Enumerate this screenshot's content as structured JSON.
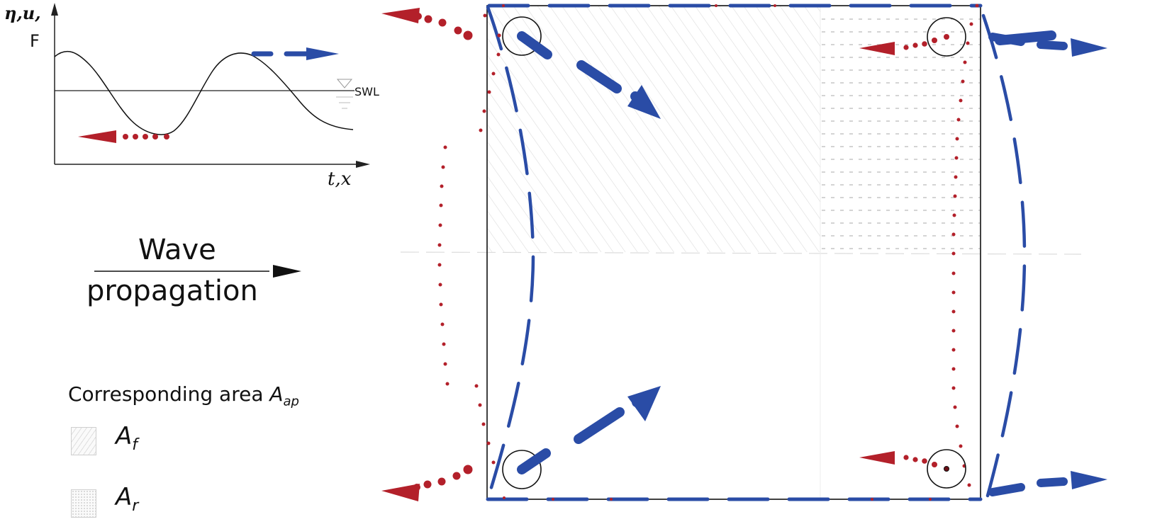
{
  "inset_plot": {
    "y_axis_label_line1": "η,u,",
    "y_axis_label_line2": "F",
    "x_axis_label": "t,x",
    "still_water_level_label": "SWL"
  },
  "wave_propagation": {
    "line1": "Wave",
    "line2": "propagation"
  },
  "legend": {
    "title_text": "Corresponding area ",
    "title_symbol": "A",
    "title_subscript": "ap",
    "items": [
      {
        "symbol": "A",
        "subscript": "f",
        "pattern": "diagonal-hatch"
      },
      {
        "symbol": "A",
        "subscript": "r",
        "pattern": "dotted-grid"
      }
    ]
  },
  "colors": {
    "blue_arrow": "#2a4ca6",
    "red_arrow": "#b3202a",
    "outline": "#111111",
    "hatch": "#d9d9d9"
  }
}
